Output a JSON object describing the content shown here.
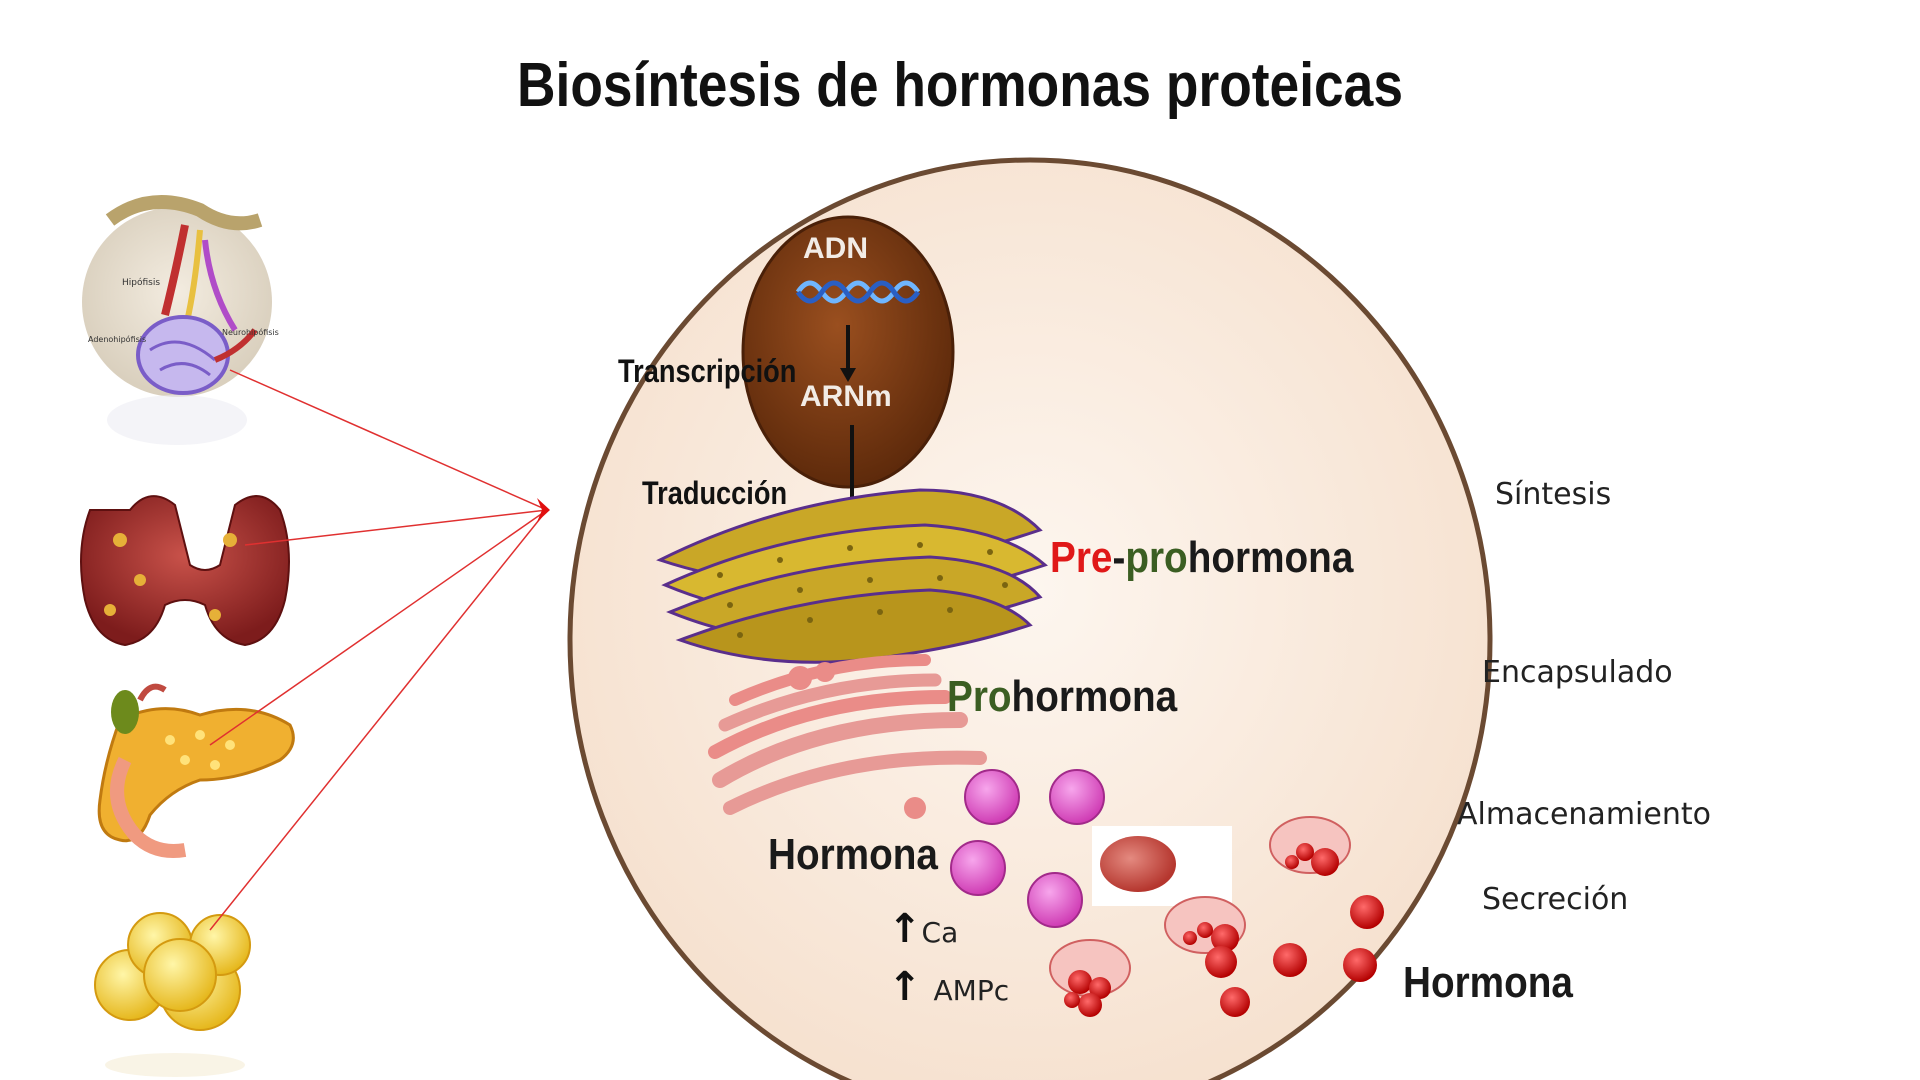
{
  "title": "Biosíntesis de hormonas proteicas",
  "nucleus": {
    "top_label": "ADN",
    "bottom_label": "ARNm"
  },
  "steps": {
    "transcription": "Transcripción",
    "translation": "Traducción"
  },
  "products": {
    "pre_prohormone": {
      "part1": "Pre",
      "part2": "-",
      "part3": "pro",
      "part4": "hormona"
    },
    "prohormone": {
      "part1": "Pro",
      "part2": "hormona"
    },
    "hormone_inside": "Hormona",
    "hormone_outside": "Hormona"
  },
  "stimuli": {
    "calcium": "Ca",
    "camp": "AMPc",
    "arrow": "↑"
  },
  "stages": [
    "Síntesis",
    "Encapsulado",
    "Almacenamiento",
    "Secreción"
  ],
  "organ_labels": {
    "hypophysis": "Hipófisis",
    "adenohypophysis": "Adenohipófisis",
    "neurohypophysis": "Neurohipófisis"
  },
  "colors": {
    "cell_fill": "#fbeee3",
    "cell_border": "#6b4a32",
    "nucleus": "#7a3a12",
    "accent_red": "#e01818",
    "accent_green": "#3b5e22",
    "vesicle_pink": "#e060c8",
    "granule_red": "#d40f0f"
  }
}
